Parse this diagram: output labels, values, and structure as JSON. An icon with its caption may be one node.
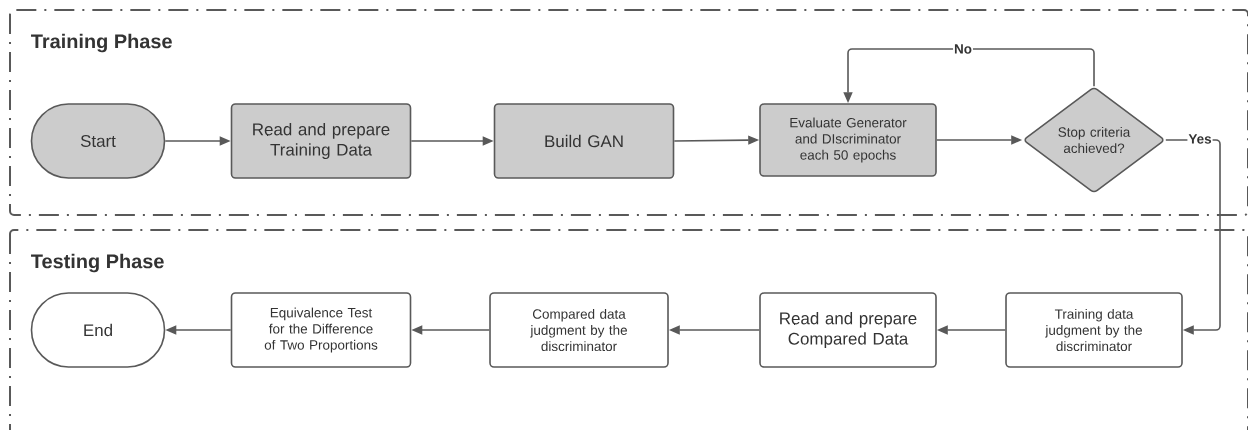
{
  "diagram": {
    "nodes": [
      {
        "text": [
          "Training Phase"
        ]
      },
      {
        "text": [
          "Start"
        ],
        "in": 0
      },
      {
        "text": [
          "Read and prepare Training Data"
        ],
        "in": 0
      },
      {
        "text": [
          "Build GAN"
        ],
        "in": 0
      },
      {
        "text": [
          "Evaluate Generator and DIscriminator each 50 epochs"
        ],
        "in": 0
      },
      {
        "text": [
          "Stop criteria achieved?"
        ],
        "in": 0
      },
      {
        "text": [
          "Testing Phase"
        ]
      },
      {
        "text": [
          "Training data judgment by the discriminator"
        ],
        "in": 6
      },
      {
        "text": [
          "Read and prepare Compared Data"
        ],
        "in": 6
      },
      {
        "text": [
          "Compared data judgment by the discriminator"
        ],
        "in": 6
      },
      {
        "text": [
          "Equivalence Test for the Difference of Two Proportions"
        ],
        "in": 6
      },
      {
        "text": [
          "End"
        ],
        "in": 6
      }
    ],
    "edges": [
      {
        "from": 1,
        "to": 2,
        "arrow": "to"
      },
      {
        "from": 2,
        "to": 3,
        "arrow": "to"
      },
      {
        "from": 3,
        "to": 4,
        "arrow": "to"
      },
      {
        "from": 4,
        "to": 5,
        "arrow": "to"
      },
      {
        "from": 5,
        "to": 4,
        "arrow": "to",
        "label": "No"
      },
      {
        "from": 5,
        "to": 7,
        "arrow": "to",
        "label": "Yes"
      },
      {
        "from": 7,
        "to": 8,
        "arrow": "to"
      },
      {
        "from": 8,
        "to": 9,
        "arrow": "to"
      },
      {
        "from": 9,
        "to": 10,
        "arrow": "to"
      },
      {
        "from": 10,
        "to": 11,
        "arrow": "to"
      }
    ]
  }
}
